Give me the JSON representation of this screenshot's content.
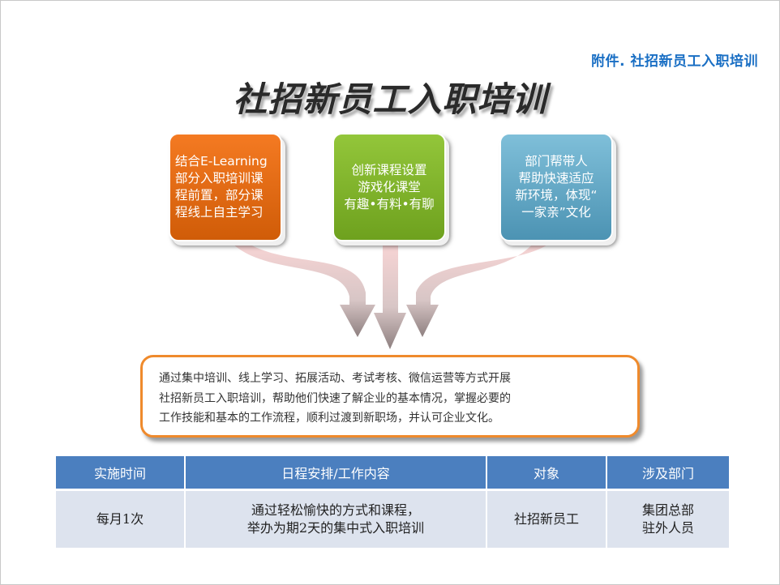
{
  "appendix_label": "附件. 社招新员工入职培训",
  "title": "社招新员工入职培训",
  "boxes": [
    {
      "text": "结合E-Learning\n部分入职培训课\n程前置，部分课\n程线上自主学习",
      "color": "#e8700f"
    },
    {
      "text": "创新课程设置\n游戏化课堂\n有趣•有料•有聊",
      "color": "#84b92e"
    },
    {
      "text": "部门帮带人\n帮助快速适应\n新环境，体现“\n一家亲”文化",
      "color": "#68acc8"
    }
  ],
  "description": "通过集中培训、线上学习、拓展活动、考试考核、微信运营等方式开展\n社招新员工入职培训，帮助他们快速了解企业的基本情况，掌握必要的\n工作技能和基本的工作流程，顺利过渡到新职场，并认可企业文化。",
  "table": {
    "headers": [
      "实施时间",
      "日程安排/工作内容",
      "对象",
      "涉及部门"
    ],
    "row": [
      "每月1次",
      "通过轻松愉快的方式和课程，\n举办为期2天的集中式入职培训",
      "社招新员工",
      "集团总部\n驻外人员"
    ]
  },
  "colors": {
    "accent_blue": "#1a6fc4",
    "table_header": "#4b7fbf",
    "table_body": "#dde3ee",
    "desc_border": "#ef8a2c"
  }
}
